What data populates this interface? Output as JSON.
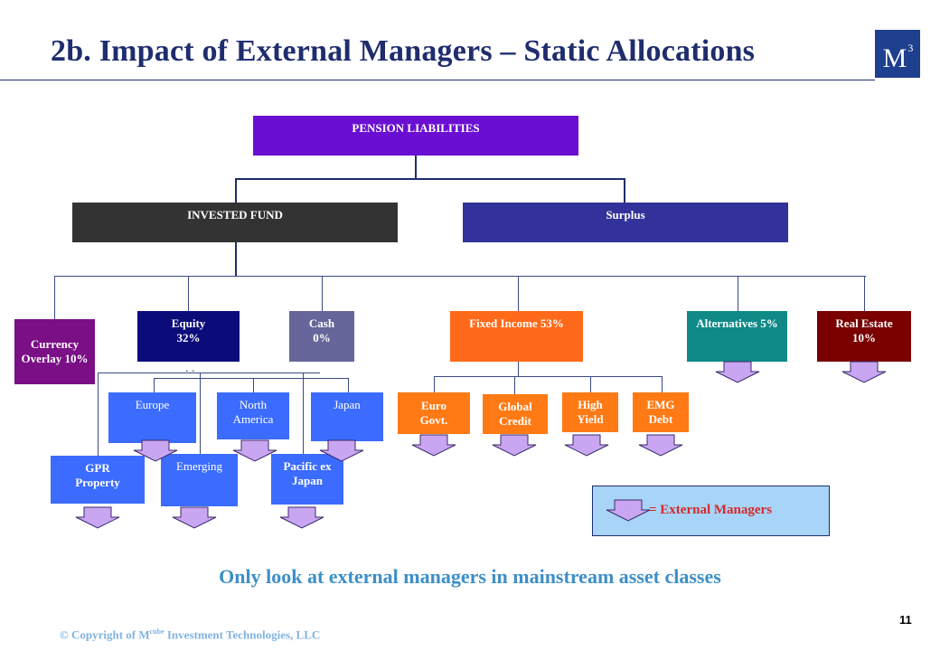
{
  "header": {
    "title": "2b. Impact of External Managers – Static Allocations",
    "logo_letter": "M",
    "logo_superscript": "3"
  },
  "diagram": {
    "liabilities": "PENSION LIABILITIES",
    "invested_fund": "INVESTED FUND",
    "surplus": "Surplus",
    "currency_overlay": "Currency Overlay 10%",
    "equity": "Equity 32%",
    "cash": "Cash 0%",
    "fixed_income": "Fixed Income 53%",
    "alternatives": "Alternatives 5%",
    "real_estate": "Real Estate 10%",
    "europe": "Europe",
    "north_america": "North America",
    "japan": "Japan",
    "gpr_property": "GPR Property",
    "emerging": "Emerging",
    "pacific_ex_japan": "Pacific ex Japan",
    "euro_govt": "Euro Govt.",
    "global_credit": "Global Credit",
    "high_yield": "High Yield",
    "emg_debt": "EMG Debt",
    "ellipsis": ". ."
  },
  "legend": {
    "label": "= External Managers"
  },
  "footer": {
    "message": "Only look at external managers in mainstream asset classes",
    "copyright_prefix": "© Copyright of M",
    "copyright_sup": "cube",
    "copyright_suffix": " Investment Technologies, LLC",
    "page_number": "11"
  },
  "colors": {
    "title": "#1f2d6e",
    "liabilities": "#6a0fd2",
    "invested_fund": "#333333",
    "surplus": "#32329a",
    "currency_overlay": "#7a0f86",
    "equity": "#0b0b7a",
    "cash": "#66669a",
    "fixed_income": "#ff6a1a",
    "alternatives": "#0f8a86",
    "real_estate": "#7a0000",
    "equity_sub": "#3b6cff",
    "fixed_sub": "#ff7a14",
    "arrow_fill": "#c9a6f2",
    "legend_bg": "#a7d4f7",
    "legend_text": "#d7292a"
  },
  "icons": {
    "manager_arrow": "down-arrow-icon"
  }
}
